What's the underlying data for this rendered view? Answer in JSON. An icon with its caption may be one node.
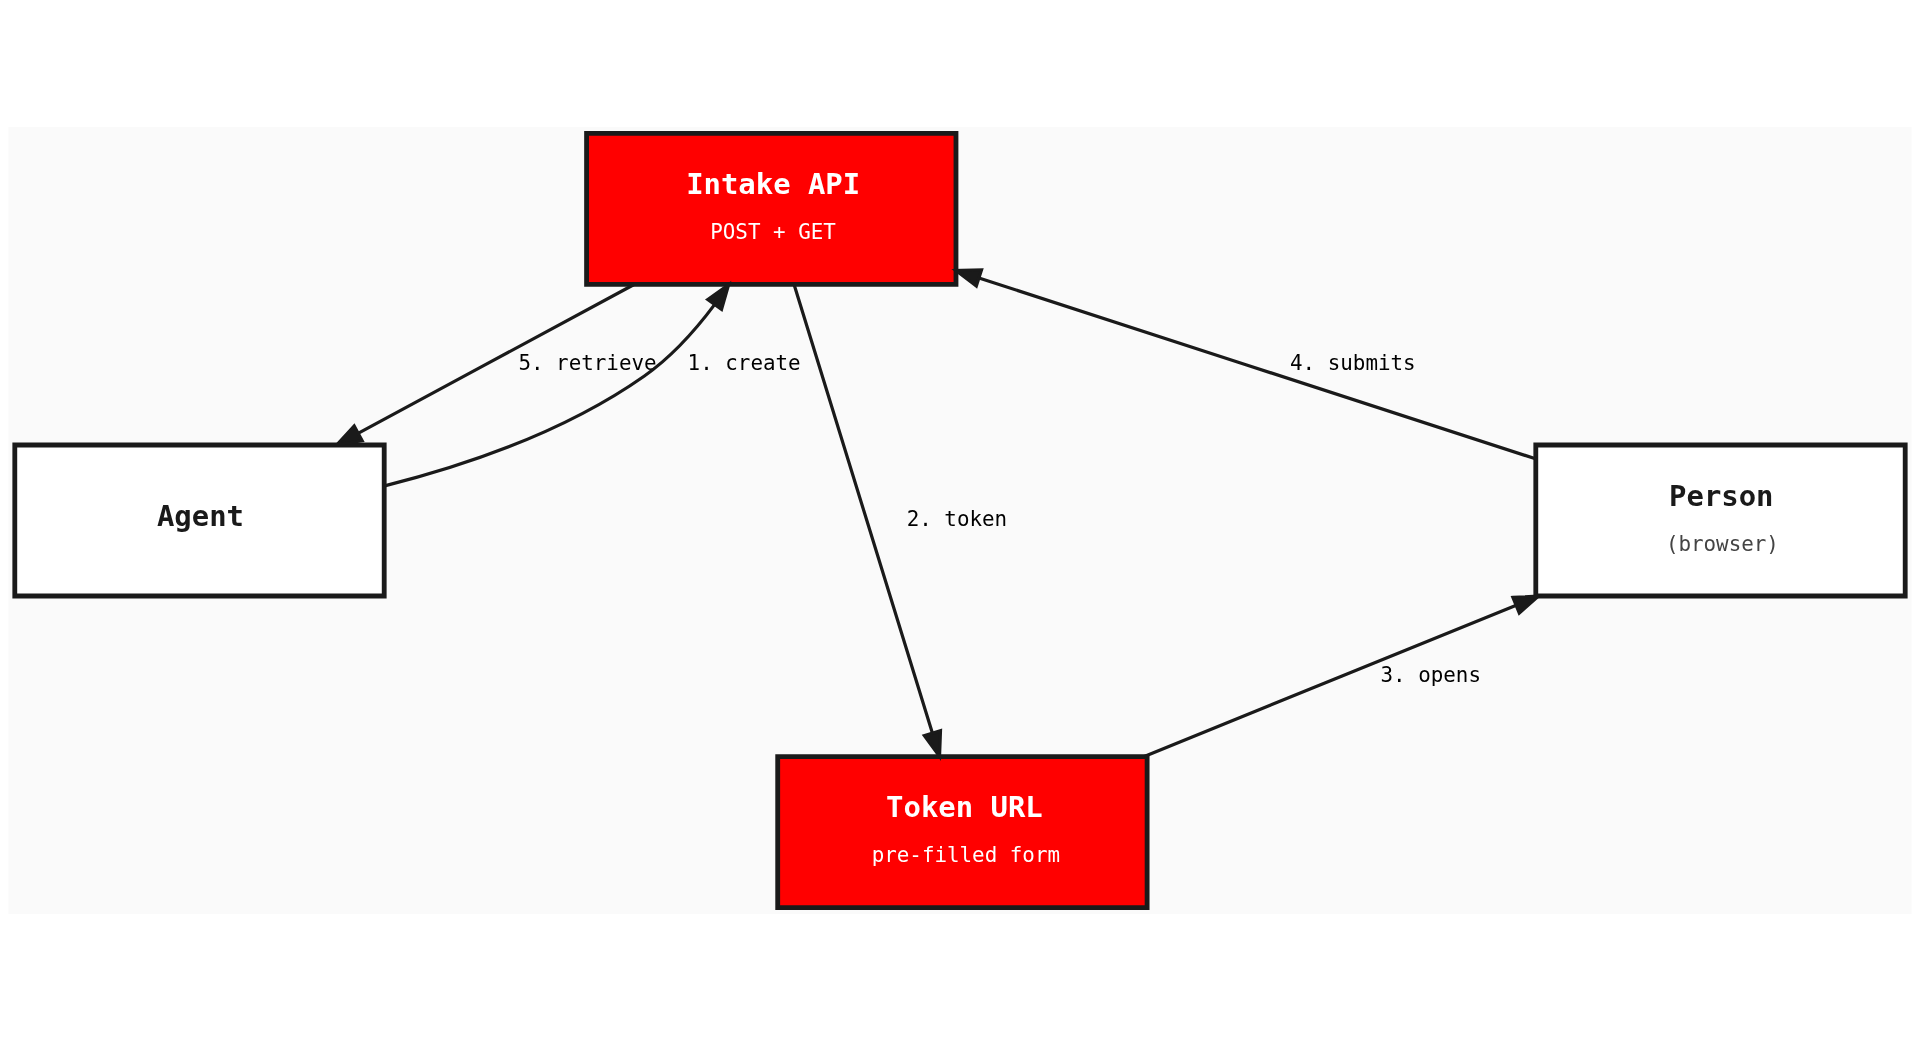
{
  "diagram": {
    "nodes": [
      {
        "text": [
          "Intake API",
          "POST + GET"
        ]
      },
      {
        "text": [
          "Agent"
        ]
      },
      {
        "text": [
          "Person",
          "(browser)"
        ]
      },
      {
        "text": [
          "Token URL",
          "pre-filled form"
        ]
      }
    ],
    "edges": [
      {
        "from": 1,
        "to": 0,
        "arrow": "to",
        "label": "1. create"
      },
      {
        "from": 0,
        "to": 3,
        "arrow": "to",
        "label": "2. token"
      },
      {
        "from": 3,
        "to": 2,
        "arrow": "to",
        "label": "3. opens"
      },
      {
        "from": 2,
        "to": 0,
        "arrow": "to",
        "label": "4. submits"
      },
      {
        "from": 0,
        "to": 1,
        "arrow": "to",
        "label": "5. retrieve"
      }
    ]
  }
}
